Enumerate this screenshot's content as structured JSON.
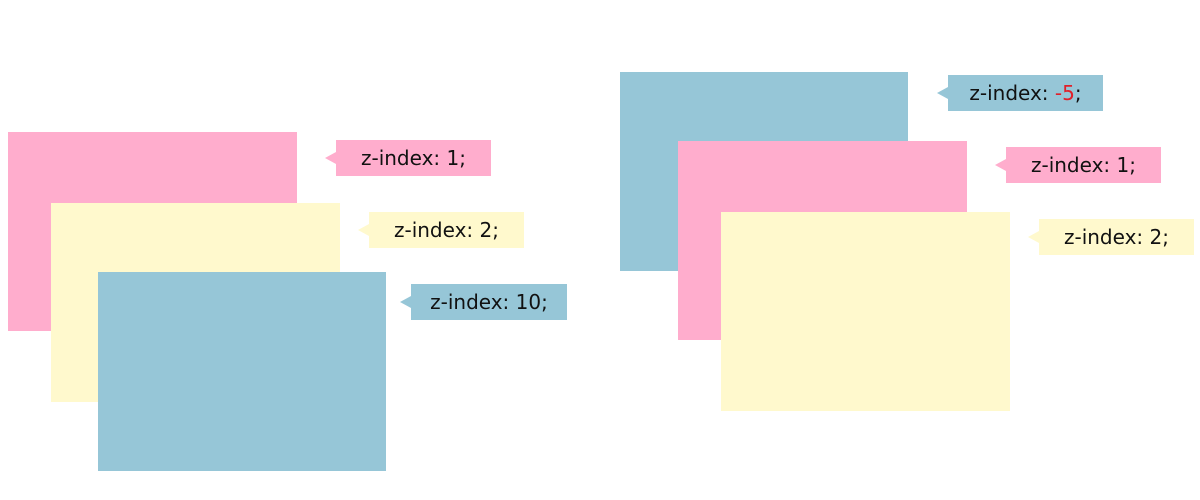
{
  "colors": {
    "pink": "#ffadcd",
    "yellow": "#fff9cd",
    "blue": "#96c6d7",
    "negative_value": "#e0202a"
  },
  "left_diagram": {
    "boxes": [
      {
        "color": "pink",
        "z_index": 1
      },
      {
        "color": "yellow",
        "z_index": 2
      },
      {
        "color": "blue",
        "z_index": 10
      }
    ],
    "labels": [
      {
        "prefix": "z-index: ",
        "value": "1",
        "suffix": ";"
      },
      {
        "prefix": "z-index: ",
        "value": "2",
        "suffix": ";"
      },
      {
        "prefix": "z-index: ",
        "value": "10",
        "suffix": ";"
      }
    ]
  },
  "right_diagram": {
    "boxes": [
      {
        "color": "blue",
        "z_index": -5
      },
      {
        "color": "pink",
        "z_index": 1
      },
      {
        "color": "yellow",
        "z_index": 2
      }
    ],
    "labels": [
      {
        "prefix": "z-index: ",
        "value": "-5",
        "suffix": ";"
      },
      {
        "prefix": "z-index: ",
        "value": "1",
        "suffix": ";"
      },
      {
        "prefix": "z-index: ",
        "value": "2",
        "suffix": ";"
      }
    ]
  }
}
